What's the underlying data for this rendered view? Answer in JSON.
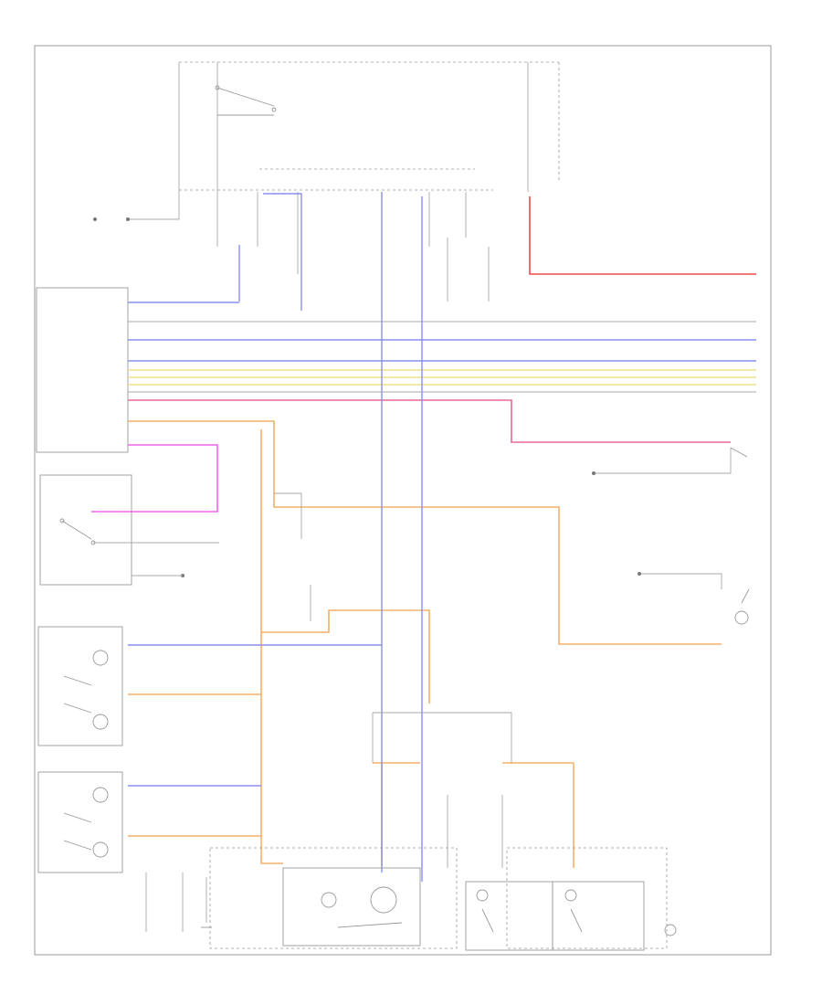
{
  "diagram": {
    "footer_code": "",
    "colors": {
      "blue": "#8a8ff0",
      "orange": "#f4b06a",
      "red": "#ee4a4a",
      "pink": "#e56a9a",
      "yellow": "#f0e08a",
      "magenta": "#ee66ee",
      "gray": "#a8a8a8"
    },
    "components": [
      {
        "id": "fuse-left",
        "label": ""
      },
      {
        "id": "fuse-right",
        "label": ""
      },
      {
        "id": "switch-top",
        "label": ""
      },
      {
        "id": "rear-lamp-assembly-1",
        "label": ""
      },
      {
        "id": "rear-lamp-assembly-2",
        "label": ""
      },
      {
        "id": "bottom-module",
        "label": ""
      },
      {
        "id": "bottom-right-switch-1",
        "label": ""
      },
      {
        "id": "bottom-right-switch-2",
        "label": ""
      },
      {
        "id": "right-lamp",
        "label": ""
      },
      {
        "id": "left-switch-block",
        "label": ""
      }
    ]
  }
}
